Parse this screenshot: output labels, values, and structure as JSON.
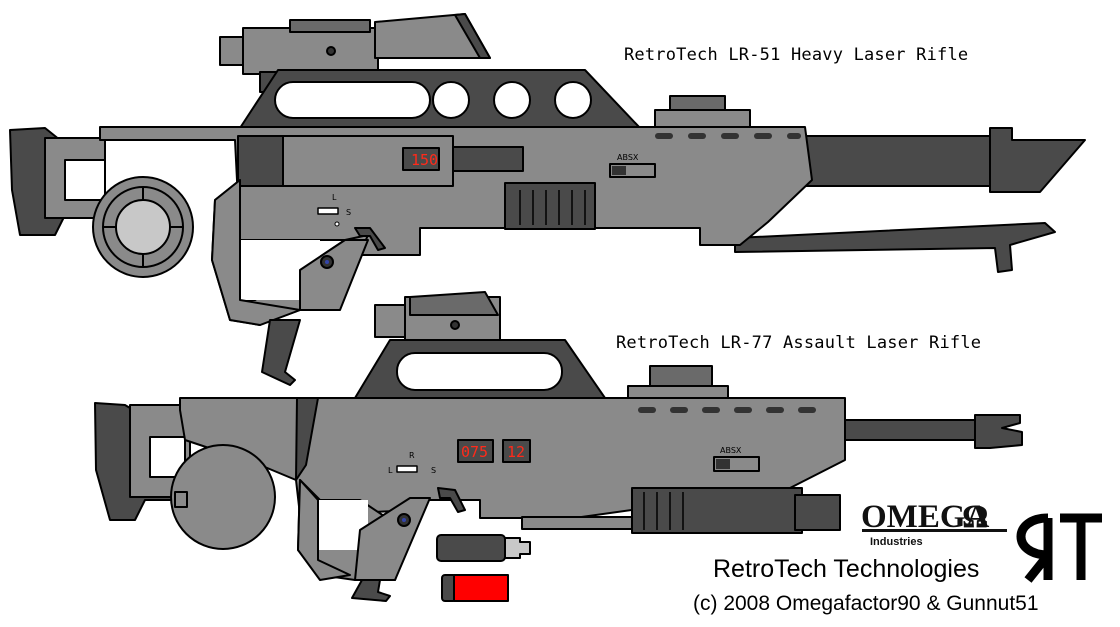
{
  "rifle_1": {
    "title": "RetroTech LR-51 Heavy Laser Rifle",
    "counter": "150",
    "selector_top": "L",
    "selector_right": "S",
    "mode_label": "ABSX"
  },
  "rifle_2": {
    "title": "RetroTech LR-77 Assault Laser Rifle",
    "counter": "075",
    "counter_2": "12",
    "selector_top": "R",
    "selector_left": "L",
    "selector_right": "S",
    "mode_label": "ABSX"
  },
  "logo": {
    "wordmark": "OMEGA",
    "symbol": "Ω",
    "subtitle": "Industries",
    "monogram": "ЯT"
  },
  "credits": {
    "company": "RetroTech Technologies",
    "copyright": "(c) 2008 Omegafactor90 & Gunnut51"
  },
  "colors": {
    "body": "#8a8a8a",
    "dark": "#4a4a4a",
    "light": "#c8c8c8",
    "lcd": "#ff2a1a",
    "cartridge_red": "#ff0000"
  }
}
